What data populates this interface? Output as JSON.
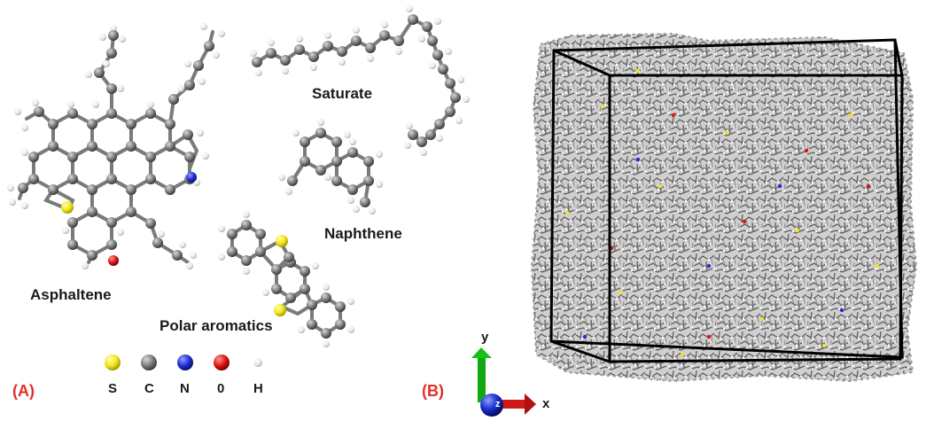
{
  "panel_a": {
    "label": "(A)",
    "molecules": {
      "saturate": "Saturate",
      "naphthene": "Naphthene",
      "asphaltene": "Asphaltene",
      "polar_aromatics": "Polar aromatics"
    },
    "legend": [
      {
        "symbol": "S",
        "color": "#f2e51a"
      },
      {
        "symbol": "C",
        "color": "#7a7a7a"
      },
      {
        "symbol": "N",
        "color": "#1f2fd6"
      },
      {
        "symbol": "0",
        "color": "#e01212"
      },
      {
        "symbol": "H",
        "color": "#e9e9e9"
      }
    ]
  },
  "panel_b": {
    "label": "(B)",
    "axes": {
      "x": "x",
      "y": "y",
      "z": "z"
    }
  },
  "colors": {
    "carbon": "#7a7a7a",
    "hydrogen": "#e9e9e9",
    "sulfur": "#f2e51a",
    "nitrogen": "#1f2fd6",
    "oxygen": "#e01212",
    "panel_label": "#e0302a",
    "x_axis": "#d01a1a",
    "y_axis": "#12a812",
    "z_axis": "#1a2fd0"
  }
}
